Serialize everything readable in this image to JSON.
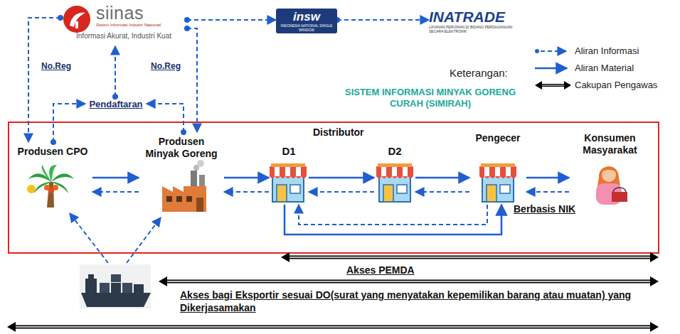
{
  "diagram": {
    "title": "SISTEM INFORMASI MINYAK GORENG CURAH (SIMIRAH)",
    "nodes": [
      {
        "text": [
          "siinas",
          "Sistem Informasi Industri Nasional",
          "Informasi Akurat, Industri Kuat"
        ]
      },
      {
        "text": [
          "insw",
          "INDONESIA NATIONAL SINGLE WINDOW"
        ]
      },
      {
        "text": [
          "INATRADE",
          "LAYANAN PERIJINAN DI BIDANG PERDAGANGAN SECARA ELEKTRONIK"
        ]
      },
      {
        "text": [
          "Pendaftaran"
        ]
      },
      {
        "text": [
          "Produsen CPO"
        ]
      },
      {
        "text": [
          "Produsen Minyak Goreng"
        ]
      },
      {
        "text": [
          "D1"
        ]
      },
      {
        "text": [
          "D2"
        ]
      },
      {
        "text": [
          "Pengecer"
        ]
      },
      {
        "text": [
          "Konsumen Masyarakat"
        ]
      }
    ],
    "edges": [
      {
        "from": 0,
        "to": 4,
        "arrow": "to",
        "label": "No.Reg"
      },
      {
        "from": 0,
        "to": 5,
        "arrow": "to",
        "label": "No.Reg"
      },
      {
        "from": 0,
        "to": 1,
        "arrow": "to"
      },
      {
        "from": 1,
        "to": 2,
        "arrow": "to"
      },
      {
        "from": 4,
        "to": 3,
        "arrow": "to"
      },
      {
        "from": 5,
        "to": 3,
        "arrow": "to"
      },
      {
        "from": 3,
        "to": 0,
        "arrow": "to"
      },
      {
        "from": 4,
        "to": 5,
        "arrow": "to"
      },
      {
        "from": 5,
        "to": 4,
        "arrow": "to"
      },
      {
        "from": 5,
        "to": 6,
        "arrow": "to"
      },
      {
        "from": 6,
        "to": 5,
        "arrow": "to"
      },
      {
        "from": 6,
        "to": 7,
        "arrow": "to"
      },
      {
        "from": 7,
        "to": 6,
        "arrow": "to"
      },
      {
        "from": 7,
        "to": 8,
        "arrow": "to"
      },
      {
        "from": 8,
        "to": 7,
        "arrow": "to"
      },
      {
        "from": 8,
        "to": 9,
        "arrow": "to"
      },
      {
        "from": 9,
        "to": 8,
        "arrow": "to"
      },
      {
        "from": 6,
        "to": 8,
        "arrow": "to"
      },
      {
        "from": 8,
        "to": 6,
        "arrow": "to"
      }
    ],
    "labels": [
      "Keterangan:",
      "Distributor",
      "Berbasis NIK",
      "Akses PEMDA",
      "Akses bagi Eksportir sesuai DO(surat yang menyatakan kepemilikan barang atau muatan) yang Dikerjasamakan"
    ],
    "legend": [
      {
        "text": "Aliran Informasi"
      },
      {
        "text": "Aliran Material"
      },
      {
        "text": "Cakupan Pengawas"
      }
    ]
  }
}
